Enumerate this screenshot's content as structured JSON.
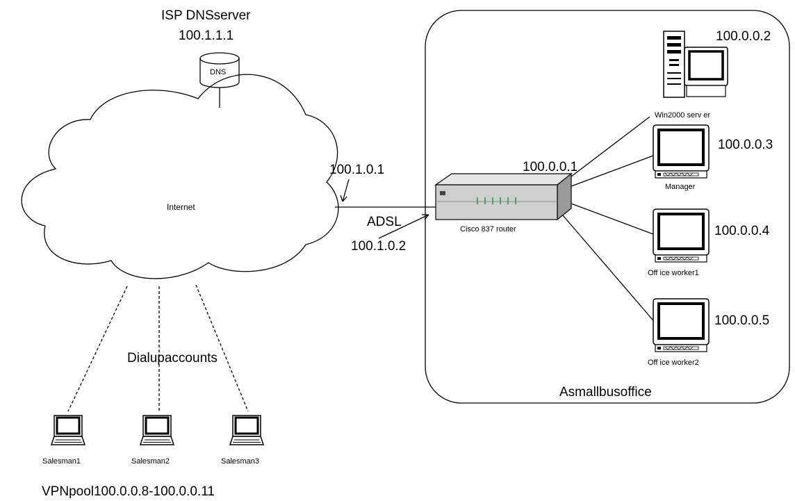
{
  "dns": {
    "title": "ISP DNSserver",
    "ip": "100.1.1.1",
    "label": "DNS"
  },
  "internet": {
    "label": "Internet"
  },
  "links": {
    "isp_ip": "100.1.0.1",
    "adsl_label": "ADSL",
    "router_wan_ip": "100.1.0.2",
    "router_lan_ip": "100.0.0.1",
    "dialup_label": "Dialupaccounts"
  },
  "router": {
    "label": "Cisco 837 router"
  },
  "office": {
    "label": "Asmallbusoffice",
    "hosts": [
      {
        "name": "Win2000 serv er",
        "ip": "100.0.0.2"
      },
      {
        "name": "Manager",
        "ip": "100.0.0.3"
      },
      {
        "name": "Off ice worker1",
        "ip": "100.0.0.4"
      },
      {
        "name": "Off ice worker2",
        "ip": "100.0.0.5"
      }
    ]
  },
  "salesmen": [
    {
      "name": "Salesman1"
    },
    {
      "name": "Salesman2"
    },
    {
      "name": "Salesman3"
    }
  ],
  "vpn_pool": "VPNpool100.0.0.8-100.0.0.11",
  "icons": {
    "dns": "database-cylinder-icon",
    "cloud": "cloud-icon",
    "router": "router-icon",
    "server": "server-tower-icon",
    "monitor": "crt-monitor-icon",
    "laptop": "laptop-icon"
  }
}
